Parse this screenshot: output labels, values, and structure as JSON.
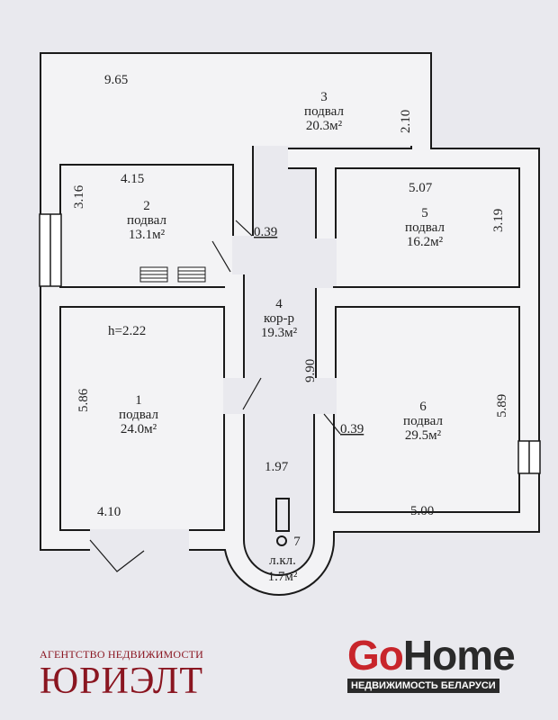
{
  "rooms": [
    {
      "number": "1",
      "name": "подвал",
      "area": "24.0м²"
    },
    {
      "number": "2",
      "name": "подвал",
      "area": "13.1м²"
    },
    {
      "number": "3",
      "name": "подвал",
      "area": "20.3м²"
    },
    {
      "number": "4",
      "name": "кор-р",
      "area": "19.3м²"
    },
    {
      "number": "5",
      "name": "подвал",
      "area": "16.2м²"
    },
    {
      "number": "6",
      "name": "подвал",
      "area": "29.5м²"
    },
    {
      "number": "7",
      "name": "л.кл.",
      "area": "1.7м²"
    }
  ],
  "dimensions": {
    "room3_width": "9.65",
    "room3_depth": "2.10",
    "room2_width": "4.15",
    "room2_depth": "3.16",
    "door2": "0.39",
    "room5_width": "5.07",
    "room5_depth": "3.19",
    "height": "h=2.22",
    "room1_depth": "5.86",
    "room1_width": "4.10",
    "corridor_length": "9.90",
    "door6": "0.39",
    "room6_depth": "5.89",
    "room6_width": "5.00",
    "stair_width": "1.97"
  },
  "branding": {
    "agency_subtitle": "АГЕНТСТВО НЕДВИЖИМОСТИ",
    "agency_name": "ЮРИЭЛТ",
    "gohome_go": "Go",
    "gohome_home": "Home",
    "gohome_tagline": "НЕДВИЖИМОСТЬ БЕЛАРУСИ"
  },
  "colors": {
    "agency": "#8a1520",
    "go": "#c8252b",
    "home": "#2a2a2a"
  }
}
